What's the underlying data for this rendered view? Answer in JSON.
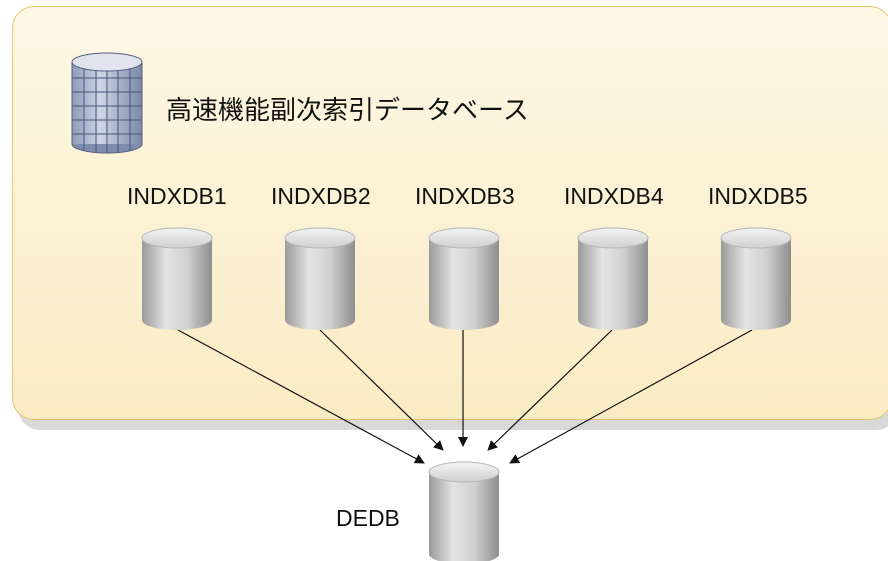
{
  "group": {
    "title": "高速機能副次索引データベース",
    "colors": {
      "fill_top": "#fdf7e5",
      "fill_bottom": "#f9ecc4",
      "border": "#e6c66a"
    }
  },
  "index_databases": [
    {
      "label": "INDXDB1"
    },
    {
      "label": "INDXDB2"
    },
    {
      "label": "INDXDB3"
    },
    {
      "label": "INDXDB4"
    },
    {
      "label": "INDXDB5"
    }
  ],
  "target_database": {
    "label": "DEDB"
  },
  "icons": {
    "group_icon": "database-grid-icon",
    "db_icon": "database-cylinder-icon"
  }
}
